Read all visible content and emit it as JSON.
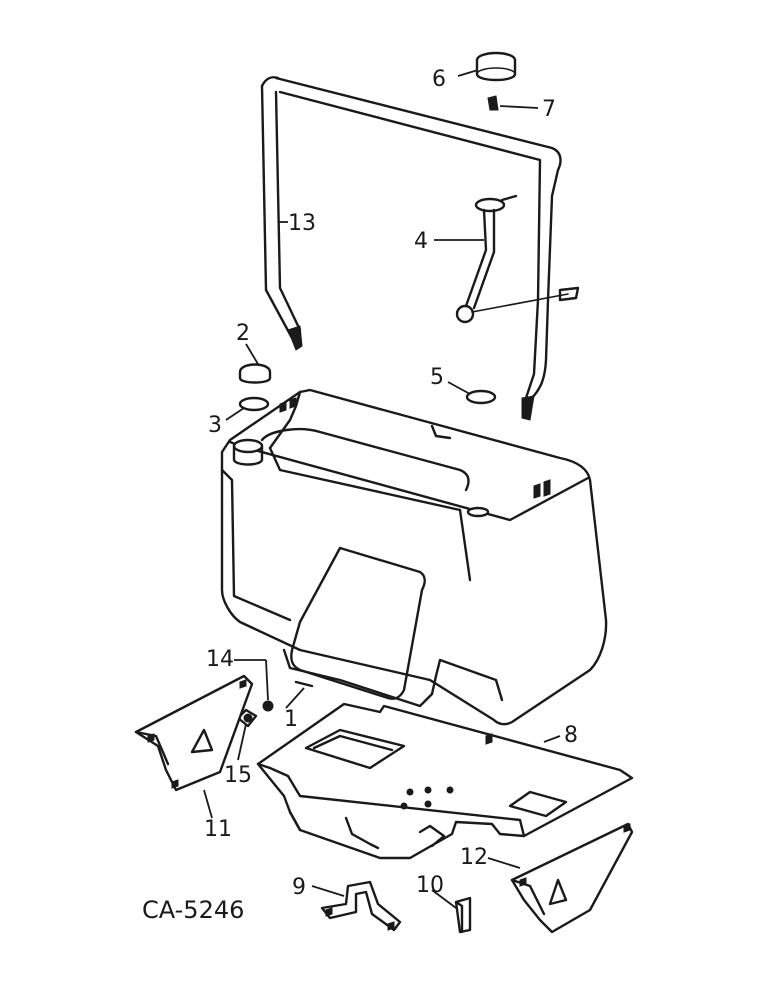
{
  "figure_id": "CA-5246",
  "callouts": {
    "c1": "1",
    "c2": "2",
    "c3": "3",
    "c4": "4",
    "c5": "5",
    "c6": "6",
    "c7": "7",
    "c8": "8",
    "c9": "9",
    "c10": "10",
    "c11": "11",
    "c12": "12",
    "c13": "13",
    "c14": "14",
    "c15": "15"
  }
}
